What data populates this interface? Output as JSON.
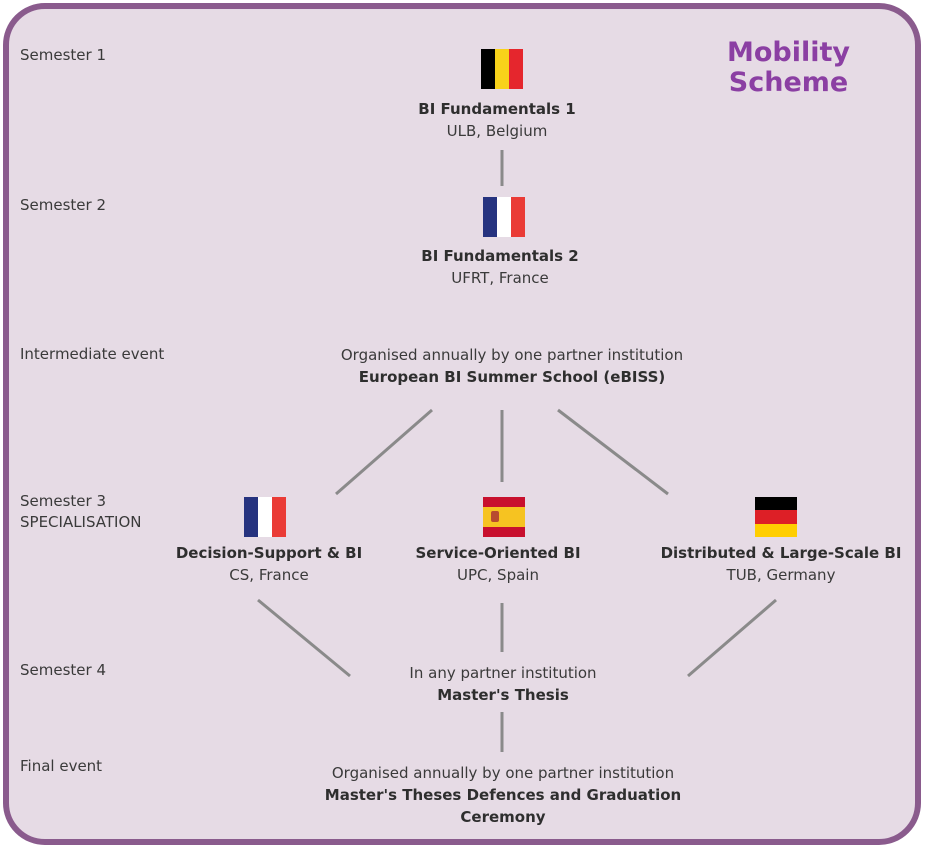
{
  "title": {
    "line1": "Mobility",
    "line2": "Scheme"
  },
  "semesters": {
    "s1": "Semester 1",
    "s2": "Semester 2",
    "intermediate": "Intermediate event",
    "s3_line1": "Semester 3",
    "s3_line2": "SPECIALISATION",
    "s4": "Semester 4",
    "final": "Final event"
  },
  "nodes": {
    "bi1": {
      "title": "BI Fundamentals 1",
      "place": "ULB, Belgium",
      "flag": "belgium"
    },
    "bi2": {
      "title": "BI Fundamentals 2",
      "place": "UFRT, France",
      "flag": "france"
    },
    "ebiss": {
      "note": "Organised annually by one partner institution",
      "title": "European BI Summer School (eBISS)"
    },
    "dsbi": {
      "title": "Decision-Support & BI",
      "place": "CS, France",
      "flag": "france"
    },
    "sobi": {
      "title": "Service-Oriented BI",
      "place": "UPC, Spain",
      "flag": "spain"
    },
    "dlsbi": {
      "title": "Distributed & Large-Scale BI",
      "place": "TUB, Germany",
      "flag": "germany"
    },
    "thesis": {
      "note": "In any partner institution",
      "title": "Master's Thesis"
    },
    "graduation": {
      "note": "Organised annually by one partner institution",
      "title_line1": "Master's Theses Defences and Graduation",
      "title_line2": "Ceremony"
    }
  },
  "colors": {
    "border": "#8a5b8d",
    "background": "#e6dbe5",
    "title": "#8b3fa3",
    "connector": "#8a8a8a"
  }
}
